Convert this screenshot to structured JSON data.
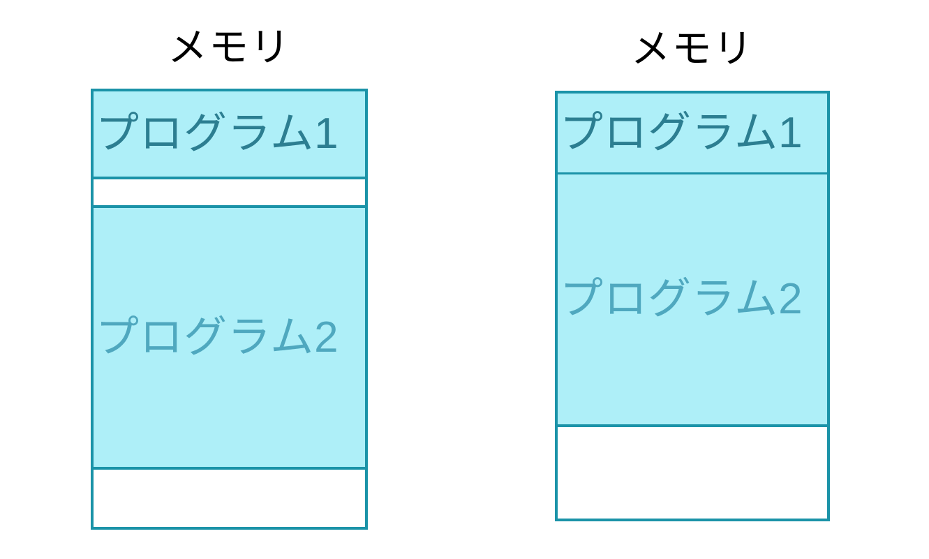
{
  "colors": {
    "background": "#ffffff",
    "box_border": "#1B93A8",
    "program_fill": "#AEEFF8",
    "free_fill": "#ffffff",
    "program1_text": "#2C7E91",
    "program2_text": "#4FA8BF",
    "title_text": "#000000"
  },
  "diagrams": [
    {
      "title": "メモリ",
      "blocks": [
        {
          "label": "プログラム1",
          "type": "program"
        },
        {
          "label": "",
          "type": "free"
        },
        {
          "label": "プログラム2",
          "type": "program"
        },
        {
          "label": "",
          "type": "free"
        }
      ]
    },
    {
      "title": "メモリ",
      "blocks": [
        {
          "label": "プログラム1",
          "type": "program"
        },
        {
          "label": "プログラム2",
          "type": "program"
        },
        {
          "label": "",
          "type": "free"
        }
      ]
    }
  ]
}
